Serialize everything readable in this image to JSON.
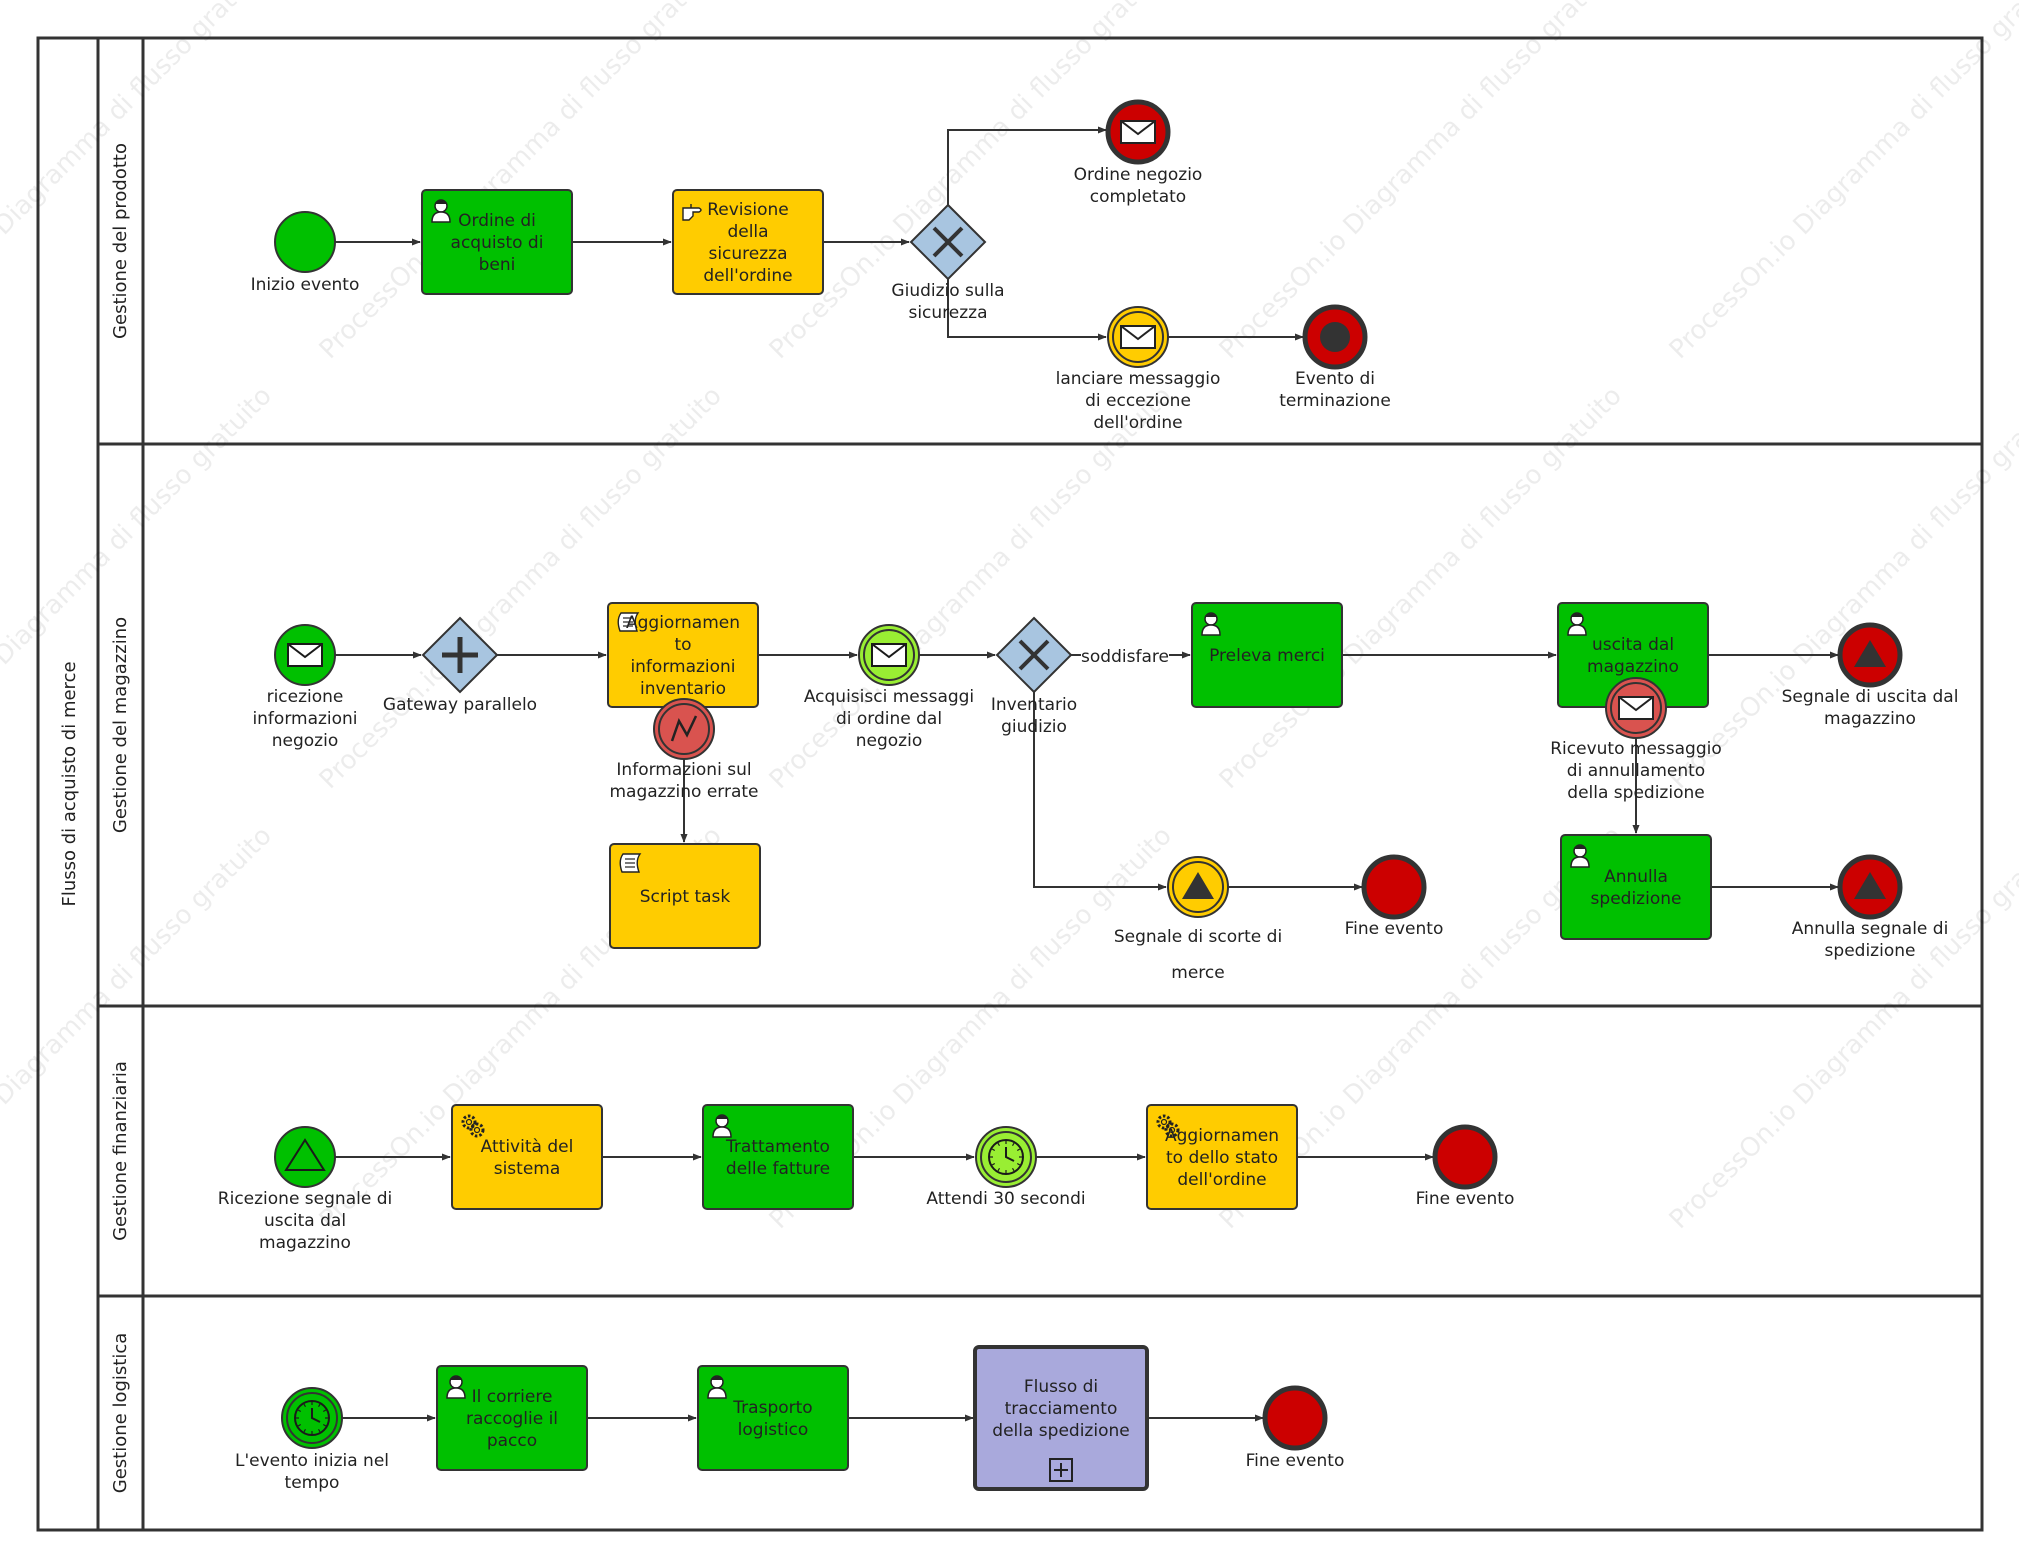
{
  "pool": {
    "title": "Flusso di acquisto di merce"
  },
  "lanes": [
    {
      "id": "prodotto",
      "title": "Gestione del prodotto"
    },
    {
      "id": "magazzino",
      "title": "Gestione del magazzino"
    },
    {
      "id": "finanziaria",
      "title": "Gestione finanziaria"
    },
    {
      "id": "logistica",
      "title": "Gestione logistica"
    }
  ],
  "colors": {
    "green": "#00c000",
    "yellow": "#ffcc00",
    "red": "#cc0000",
    "redLight": "#d9534f",
    "lime": "#99ee33",
    "purple": "#a9a9dc",
    "gateway": "#a8c5e0",
    "stroke": "#333333"
  },
  "nodes": [
    {
      "id": "n1",
      "name": "start-event-inizio",
      "kind": "event",
      "variant": "start",
      "fill": "green",
      "label": [
        "Inizio evento"
      ]
    },
    {
      "id": "n2",
      "name": "task-ordine-acquisto",
      "kind": "task",
      "fill": "green",
      "icon": "user-icon",
      "label": [
        "Ordine di",
        "acquisto di",
        "beni"
      ]
    },
    {
      "id": "n3",
      "name": "task-revisione-sicurezza",
      "kind": "task",
      "fill": "yellow",
      "icon": "manual-hand-icon",
      "label": [
        "Revisione",
        "della",
        "sicurezza",
        "dell'ordine"
      ]
    },
    {
      "id": "n4",
      "name": "gateway-giudizio-sicurezza",
      "kind": "gateway",
      "symbol": "x",
      "label": [
        "Giudizio sulla",
        "sicurezza"
      ]
    },
    {
      "id": "n5",
      "name": "end-event-ordine-completato",
      "kind": "event",
      "variant": "end",
      "fill": "red",
      "icon": "envelope-icon",
      "iconDark": true,
      "label": [
        "Ordine negozio",
        "completato"
      ]
    },
    {
      "id": "n6",
      "name": "intermediate-event-messaggio-eccezione",
      "kind": "event",
      "variant": "intermediate",
      "fill": "yellow",
      "icon": "envelope-icon",
      "iconDark": true,
      "label": [
        "lanciare messaggio",
        "di eccezione",
        "dell'ordine"
      ]
    },
    {
      "id": "n7",
      "name": "end-event-terminazione",
      "kind": "event",
      "variant": "end",
      "fill": "red",
      "icon": "terminate-dot-icon",
      "label": [
        "Evento di",
        "terminazione"
      ]
    },
    {
      "id": "m1",
      "name": "start-event-ricezione-informazioni",
      "kind": "event",
      "variant": "start",
      "fill": "green",
      "icon": "envelope-icon",
      "label": [
        "ricezione",
        "informazioni",
        "negozio"
      ]
    },
    {
      "id": "m2",
      "name": "gateway-parallelo",
      "kind": "gateway",
      "symbol": "plus",
      "label": [
        "Gateway parallelo"
      ]
    },
    {
      "id": "m3",
      "name": "task-aggiornamento-inventario",
      "kind": "task",
      "fill": "yellow",
      "icon": "script-icon",
      "label": [
        "Aggiornamen",
        "to",
        "informazioni",
        "inventario"
      ]
    },
    {
      "id": "m4",
      "name": "boundary-event-informazioni-errate",
      "kind": "event",
      "variant": "intermediate",
      "fill": "redLight",
      "icon": "error-zigzag-icon",
      "label": [
        "Informazioni sul",
        "magazzino errate"
      ]
    },
    {
      "id": "m5",
      "name": "task-script",
      "kind": "task",
      "fill": "yellow",
      "icon": "script-icon",
      "label": [
        "Script task"
      ]
    },
    {
      "id": "m6",
      "name": "intermediate-event-acquisisci-messaggi",
      "kind": "event",
      "variant": "intermediate",
      "fill": "lime",
      "icon": "envelope-icon",
      "label": [
        "Acquisisci messaggi",
        "di ordine dal",
        "negozio"
      ]
    },
    {
      "id": "m7",
      "name": "gateway-inventario-giudizio",
      "kind": "gateway",
      "symbol": "x",
      "label": [
        "Inventario",
        "giudizio"
      ]
    },
    {
      "id": "m8",
      "name": "task-preleva-merci",
      "kind": "task",
      "fill": "green",
      "icon": "user-icon",
      "label": [
        "Preleva merci"
      ]
    },
    {
      "id": "m9",
      "name": "task-uscita-magazzino",
      "kind": "task",
      "fill": "green",
      "icon": "user-icon",
      "label": [
        "uscita dal",
        "magazzino"
      ]
    },
    {
      "id": "m10",
      "name": "boundary-event-annullamento-spedizione",
      "kind": "event",
      "variant": "intermediate",
      "fill": "redLight",
      "icon": "envelope-icon",
      "iconDark": true,
      "label": [
        "Ricevuto messaggio",
        "di annullamento",
        "della spedizione"
      ]
    },
    {
      "id": "m11",
      "name": "end-event-segnale-uscita",
      "kind": "event",
      "variant": "end",
      "fill": "red",
      "icon": "signal-triangle-icon",
      "label": [
        "Segnale di uscita dal",
        "magazzino"
      ]
    },
    {
      "id": "m12",
      "name": "task-annulla-spedizione",
      "kind": "task",
      "fill": "green",
      "icon": "user-icon",
      "label": [
        "Annulla",
        "spedizione"
      ]
    },
    {
      "id": "m13",
      "name": "end-event-annulla-segnale",
      "kind": "event",
      "variant": "end",
      "fill": "red",
      "icon": "signal-triangle-icon",
      "label": [
        "Annulla segnale di",
        "spedizione"
      ]
    },
    {
      "id": "m14",
      "name": "intermediate-event-segnale-scorte",
      "kind": "event",
      "variant": "intermediate",
      "fill": "yellow",
      "icon": "signal-triangle-icon",
      "label": [
        "Segnale di scorte di",
        "merce"
      ]
    },
    {
      "id": "m15",
      "name": "end-event-fine-magazzino",
      "kind": "event",
      "variant": "end",
      "fill": "red",
      "label": [
        "Fine evento"
      ]
    },
    {
      "id": "f1",
      "name": "start-event-ricezione-segnale",
      "kind": "event",
      "variant": "start",
      "fill": "green",
      "icon": "signal-triangle-outline-icon",
      "label": [
        "Ricezione segnale di",
        "uscita dal",
        "magazzino"
      ]
    },
    {
      "id": "f2",
      "name": "task-attivita-sistema",
      "kind": "task",
      "fill": "yellow",
      "icon": "gears-icon",
      "label": [
        "Attività del",
        "sistema"
      ]
    },
    {
      "id": "f3",
      "name": "task-trattamento-fatture",
      "kind": "task",
      "fill": "green",
      "icon": "user-icon",
      "label": [
        "Trattamento",
        "delle fatture"
      ]
    },
    {
      "id": "f4",
      "name": "intermediate-event-attendi",
      "kind": "event",
      "variant": "intermediate",
      "fill": "lime",
      "icon": "clock-icon",
      "label": [
        "Attendi 30 secondi"
      ]
    },
    {
      "id": "f5",
      "name": "task-aggiornamento-stato",
      "kind": "task",
      "fill": "yellow",
      "icon": "gears-icon",
      "label": [
        "Aggiornamen",
        "to dello stato",
        "dell'ordine"
      ]
    },
    {
      "id": "f6",
      "name": "end-event-fine-finanziaria",
      "kind": "event",
      "variant": "end",
      "fill": "red",
      "label": [
        "Fine evento"
      ]
    },
    {
      "id": "l1",
      "name": "start-event-timer",
      "kind": "event",
      "variant": "start-timer",
      "fill": "green",
      "icon": "clock-icon",
      "label": [
        "L'evento inizia nel",
        "tempo"
      ]
    },
    {
      "id": "l2",
      "name": "task-corriere-raccoglie",
      "kind": "task",
      "fill": "green",
      "icon": "user-icon",
      "label": [
        "Il corriere",
        "raccoglie il",
        "pacco"
      ]
    },
    {
      "id": "l3",
      "name": "task-trasporto-logistico",
      "kind": "task",
      "fill": "green",
      "icon": "user-icon",
      "label": [
        "Trasporto",
        "logistico"
      ]
    },
    {
      "id": "l4",
      "name": "subprocess-tracciamento",
      "kind": "subprocess",
      "fill": "purple",
      "icon": "expand-plus-icon",
      "label": [
        "Flusso di",
        "tracciamento",
        "della spedizione"
      ]
    },
    {
      "id": "l5",
      "name": "end-event-fine-logistica",
      "kind": "event",
      "variant": "end",
      "fill": "red",
      "label": [
        "Fine evento"
      ]
    }
  ],
  "edges": [
    {
      "id": "e1",
      "label": ""
    },
    {
      "id": "e2",
      "label": ""
    },
    {
      "id": "e3",
      "label": ""
    },
    {
      "id": "e4",
      "label": ""
    },
    {
      "id": "e5",
      "label": ""
    },
    {
      "id": "e6",
      "label": ""
    },
    {
      "id": "e7",
      "label": ""
    },
    {
      "id": "e8",
      "label": ""
    },
    {
      "id": "e9",
      "label": ""
    },
    {
      "id": "e10",
      "label": ""
    },
    {
      "id": "e11",
      "label": "soddisfare"
    },
    {
      "id": "e12",
      "label": ""
    },
    {
      "id": "e13",
      "label": ""
    },
    {
      "id": "e14",
      "label": ""
    },
    {
      "id": "e15",
      "label": ""
    },
    {
      "id": "e16",
      "label": ""
    },
    {
      "id": "e17",
      "label": ""
    },
    {
      "id": "e18",
      "label": ""
    },
    {
      "id": "e19",
      "label": ""
    },
    {
      "id": "e20",
      "label": ""
    },
    {
      "id": "e21",
      "label": ""
    },
    {
      "id": "e22",
      "label": ""
    },
    {
      "id": "e23",
      "label": ""
    },
    {
      "id": "e24",
      "label": ""
    },
    {
      "id": "e25",
      "label": ""
    },
    {
      "id": "e26",
      "label": ""
    },
    {
      "id": "e27",
      "label": ""
    }
  ],
  "watermark": "ProcessOn.io Diagramma di flusso gratuito"
}
